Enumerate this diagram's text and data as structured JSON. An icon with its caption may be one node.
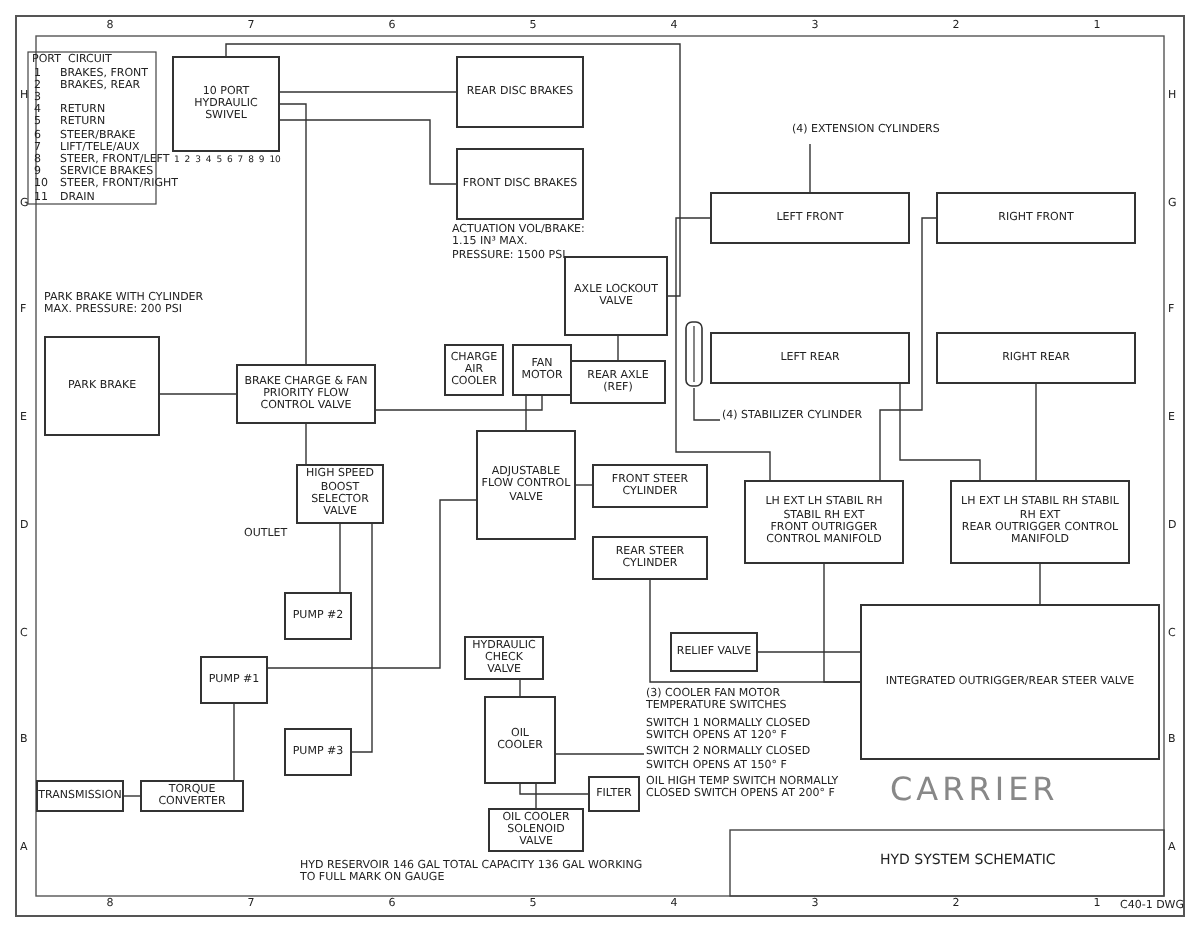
{
  "diagram": {
    "nodes": [
      {
        "text": [
          "10 PORT HYDRAULIC SWIVEL"
        ]
      },
      {
        "text": [
          "REAR DISC BRAKES"
        ]
      },
      {
        "text": [
          "FRONT DISC BRAKES"
        ]
      },
      {
        "text": [
          "AXLE LOCKOUT VALVE"
        ]
      },
      {
        "text": [
          "LEFT FRONT"
        ]
      },
      {
        "text": [
          "RIGHT FRONT"
        ]
      },
      {
        "text": [
          "LEFT REAR"
        ]
      },
      {
        "text": [
          "RIGHT REAR"
        ]
      },
      {
        "text": [
          "(4) EXTENSION CYLINDERS"
        ]
      },
      {
        "text": [
          "(4) STABILIZER CYLINDER"
        ]
      },
      {
        "text": [],
        "shape": "cylinder"
      },
      {
        "text": [
          "LH EXT LH STABIL RH STABIL RH EXT",
          "FRONT OUTRIGGER CONTROL MANIFOLD"
        ]
      },
      {
        "text": [
          "LH EXT LH STABIL RH STABIL RH EXT",
          "REAR OUTRIGGER CONTROL MANIFOLD"
        ]
      },
      {
        "text": [
          "FRONT STEER CYLINDER"
        ]
      },
      {
        "text": [
          "REAR STEER CYLINDER"
        ]
      },
      {
        "text": [
          "REAR AXLE (REF)"
        ]
      },
      {
        "text": [
          "PARK BRAKE"
        ],
        "beside": [
          "PARK BRAKE WITH CYLINDER MAX. PRESSURE: 200 PSI"
        ]
      },
      {
        "text": [
          "BRAKE CHARGE & FAN PRIORITY FLOW CONTROL VALVE"
        ]
      },
      {
        "text": [
          "CHARGE AIR COOLER"
        ]
      },
      {
        "text": [
          "FAN MOTOR"
        ]
      },
      {
        "text": [
          "ADJUSTABLE FLOW CONTROL VALVE"
        ]
      },
      {
        "text": [
          "HIGH SPEED BOOST SELECTOR VALVE"
        ]
      },
      {
        "text": [
          "PUMP #2"
        ]
      },
      {
        "text": [
          "PUMP #1"
        ]
      },
      {
        "text": [
          "PUMP #3"
        ]
      },
      {
        "text": [
          "TRANSMISSION"
        ]
      },
      {
        "text": [
          "TORQUE CONVERTER"
        ]
      },
      {
        "text": [
          "HYDRAULIC CHECK VALVE"
        ]
      },
      {
        "text": [
          "OIL COOLER"
        ]
      },
      {
        "text": [
          "(3) COOLER FAN MOTOR TEMPERATURE SWITCHES",
          "SWITCH 1 NORMALLY CLOSED SWITCH OPENS AT 120° F",
          "SWITCH 2 NORMALLY CLOSED SWITCH OPENS AT 150° F",
          "OIL HIGH TEMP SWITCH NORMALLY CLOSED SWITCH OPENS AT 200° F"
        ]
      },
      {
        "text": [
          "RELIEF VALVE"
        ]
      },
      {
        "text": [
          "FILTER"
        ]
      },
      {
        "text": [
          "OIL COOLER SOLENOID VALVE"
        ]
      },
      {
        "text": [
          "INTEGRATED OUTRIGGER/REAR STEER VALVE"
        ]
      }
    ],
    "edges": [
      {
        "from": 0,
        "to": 1,
        "arrow": "none"
      },
      {
        "from": 0,
        "to": 2,
        "arrow": "none"
      },
      {
        "from": 0,
        "to": 3,
        "arrow": "none"
      },
      {
        "from": 3,
        "to": 15,
        "arrow": "none"
      },
      {
        "from": 8,
        "to": 4,
        "arrow": "none"
      },
      {
        "from": 9,
        "to": 10,
        "arrow": "none"
      },
      {
        "from": 11,
        "to": 4,
        "arrow": "none"
      },
      {
        "from": 11,
        "to": 5,
        "arrow": "none"
      },
      {
        "from": 12,
        "to": 6,
        "arrow": "none"
      },
      {
        "from": 12,
        "to": 7,
        "arrow": "none"
      },
      {
        "from": 17,
        "to": 19,
        "arrow": "none"
      },
      {
        "from": 0,
        "to": 17,
        "arrow": "none"
      },
      {
        "from": 22,
        "to": 21,
        "arrow": "none"
      },
      {
        "from": 21,
        "to": 17,
        "arrow": "none"
      },
      {
        "from": 16,
        "to": 17,
        "arrow": "none"
      },
      {
        "from": 23,
        "to": 20,
        "arrow": "none"
      },
      {
        "from": 33,
        "to": 14,
        "arrow": "none"
      },
      {
        "from": 33,
        "to": 11,
        "arrow": "none"
      },
      {
        "from": 33,
        "to": 12,
        "arrow": "none"
      },
      {
        "from": 27,
        "to": 28,
        "arrow": "none"
      },
      {
        "from": 28,
        "to": 32,
        "arrow": "none"
      },
      {
        "from": 30,
        "to": 33,
        "arrow": "none"
      },
      {
        "from": 19,
        "to": 20,
        "arrow": "none"
      },
      {
        "from": 25,
        "to": 26,
        "arrow": "none"
      },
      {
        "from": 26,
        "to": 23,
        "arrow": "none"
      },
      {
        "from": 13,
        "to": 20,
        "arrow": "none"
      },
      {
        "from": 28,
        "to": 29,
        "arrow": "none"
      },
      {
        "from": 24,
        "to": 21,
        "arrow": "none"
      },
      {
        "from": 31,
        "to": 28,
        "arrow": "none"
      }
    ],
    "labels": [
      "8",
      "7",
      "6",
      "5",
      "4",
      "3",
      "2",
      "1",
      "8",
      "7",
      "6",
      "5",
      "4",
      "3",
      "2",
      "1",
      "H",
      "G",
      "F",
      "E",
      "D",
      "C",
      "B",
      "A",
      "H",
      "G",
      "F",
      "E",
      "D",
      "C",
      "B",
      "A",
      "PORT",
      "CIRCUIT",
      "1",
      "BRAKES, FRONT",
      "2",
      "BRAKES, REAR",
      "3",
      "4",
      "RETURN",
      "5",
      "RETURN",
      "6",
      "STEER/BRAKE",
      "7",
      "LIFT/TELE/AUX",
      "8",
      "STEER, FRONT/LEFT",
      "9",
      "SERVICE BRAKES",
      "10",
      "STEER, FRONT/RIGHT",
      "11",
      "DRAIN",
      "1",
      "2",
      "3",
      "4",
      "5",
      "6",
      "7",
      "8",
      "9",
      "10",
      "ACTUATION VOL/BRAKE: 1.15 IN³ MAX. PRESSURE: 1500 PSI",
      "CARRIER",
      "HYD SYSTEM SCHEMATIC",
      "OUTLET",
      "HYD RESERVOIR 146 GAL TOTAL CAPACITY 136 GAL WORKING TO FULL MARK ON GAUGE",
      "C40-1 DWG"
    ]
  }
}
